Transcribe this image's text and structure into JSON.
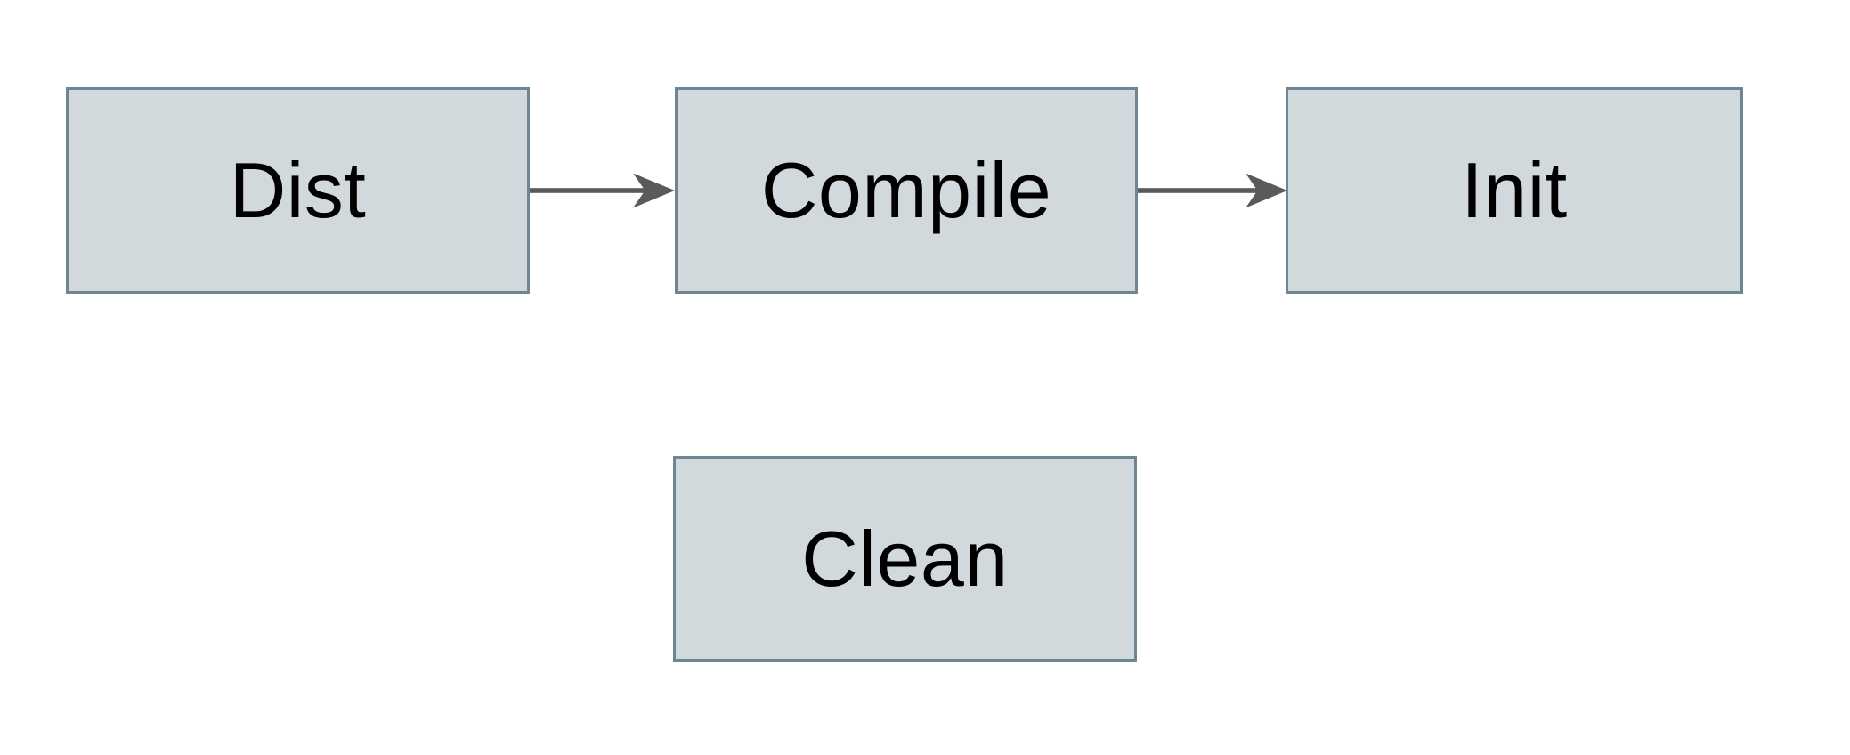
{
  "diagram": {
    "nodes": [
      {
        "id": "dist",
        "label": "Dist"
      },
      {
        "id": "compile",
        "label": "Compile"
      },
      {
        "id": "init",
        "label": "Init"
      },
      {
        "id": "clean",
        "label": "Clean"
      }
    ],
    "edges": [
      {
        "from": "Dist",
        "to": "Compile"
      },
      {
        "from": "Compile",
        "to": "Init"
      }
    ]
  },
  "colors": {
    "canvas_bg": "#ffffff",
    "node_fill": "#d2d9dc",
    "node_border": "#6e8594",
    "arrow_color": "#595a5c",
    "label_color": "#000000"
  }
}
